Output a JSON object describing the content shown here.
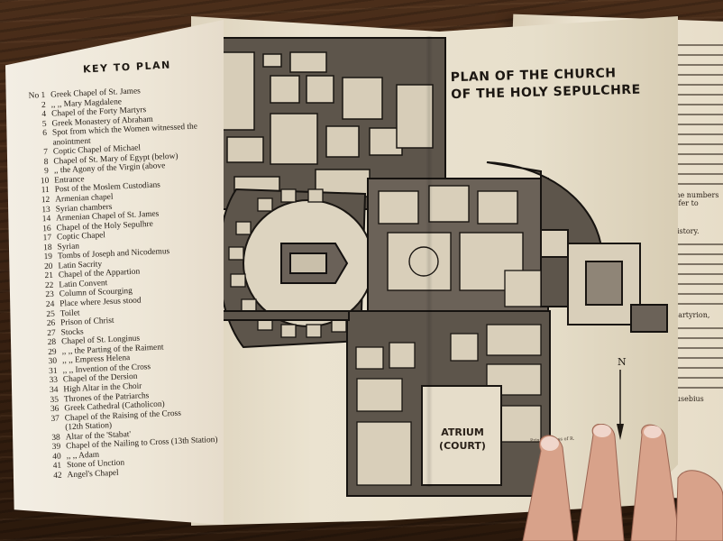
{
  "plan": {
    "title_line1": "PLAN OF THE CHURCH",
    "title_line2": "OF THE HOLY SEPULCHRE",
    "atrium_line1": "ATRIUM",
    "atrium_line2": "(COURT)",
    "north_label": "N",
    "printing_note": "Printing Press of R."
  },
  "key": {
    "title": "KEY TO PLAN",
    "items": [
      {
        "num": "No 1",
        "label": "Greek Chapel of St. James"
      },
      {
        "num": "2",
        "label": "   ,,      ,,   Mary Magdalene"
      },
      {
        "num": "4",
        "label": "Chapel of the Forty Martyrs"
      },
      {
        "num": "5",
        "label": "Greek Monastery of Abraham"
      },
      {
        "num": "6",
        "label": "Spot from which the Women witnessed the"
      },
      {
        "num": "",
        "label": "anointment"
      },
      {
        "num": "7",
        "label": "Coptic Chapel of Michael"
      },
      {
        "num": "8",
        "label": "Chapel of St. Mary of Egypt (below)"
      },
      {
        "num": "9",
        "label": "   ,,        the Agony of the Virgin (above"
      },
      {
        "num": "10",
        "label": "Entrance"
      },
      {
        "num": "11",
        "label": "Post of the Moslem Custodians"
      },
      {
        "num": "12",
        "label": "Armenian chapel"
      },
      {
        "num": "13",
        "label": "Syrian chambers"
      },
      {
        "num": "14",
        "label": "Armenian Chapel of St. James"
      },
      {
        "num": "16",
        "label": "Chapel of the Holy Sepulhre"
      },
      {
        "num": "17",
        "label": "Coptic Chapel"
      },
      {
        "num": "18",
        "label": "Syrian"
      },
      {
        "num": "19",
        "label": "Tombs of Joseph and Nicodemus"
      },
      {
        "num": "20",
        "label": "Latin Sacrity"
      },
      {
        "num": "21",
        "label": "Chapel of the Appartion"
      },
      {
        "num": "22",
        "label": "Latin Convent"
      },
      {
        "num": "23",
        "label": "Column of Scourging"
      },
      {
        "num": "24",
        "label": "Place where Jesus stood"
      },
      {
        "num": "25",
        "label": "Toilet"
      },
      {
        "num": "26",
        "label": "Prison of Christ"
      },
      {
        "num": "27",
        "label": "Stocks"
      },
      {
        "num": "28",
        "label": "Chapel of St. Longinus"
      },
      {
        "num": "29",
        "label": "   ,,     ,,   the Parting of the Raiment"
      },
      {
        "num": "30",
        "label": "   ,,     ,,   Empress Helena"
      },
      {
        "num": "31",
        "label": "   ,,     ,,   Invention of the Cross"
      },
      {
        "num": "33",
        "label": "Chapel of the Dersion"
      },
      {
        "num": "34",
        "label": "High Altar in the Choir"
      },
      {
        "num": "35",
        "label": "Thrones of the Patriarchs"
      },
      {
        "num": "36",
        "label": "Greek Cathedral (Catholicon)"
      },
      {
        "num": "37",
        "label": "Chapel of the Raising of the Cross"
      },
      {
        "num": "",
        "label": "(12th Station)"
      },
      {
        "num": "38",
        "label": "Altar of the 'Stabat'"
      },
      {
        "num": "39",
        "label": "Chapel of the Nailing to Cross (13th Station)"
      },
      {
        "num": "40",
        "label": "   ,,     ,,   Adam"
      },
      {
        "num": "41",
        "label": "Stone of Unction"
      },
      {
        "num": "42",
        "label": "Angel's Chapel"
      }
    ]
  },
  "book": {
    "visible_words": [
      "History.",
      "Eusebius",
      "Martyrion,",
      "The numbers refer to"
    ]
  }
}
